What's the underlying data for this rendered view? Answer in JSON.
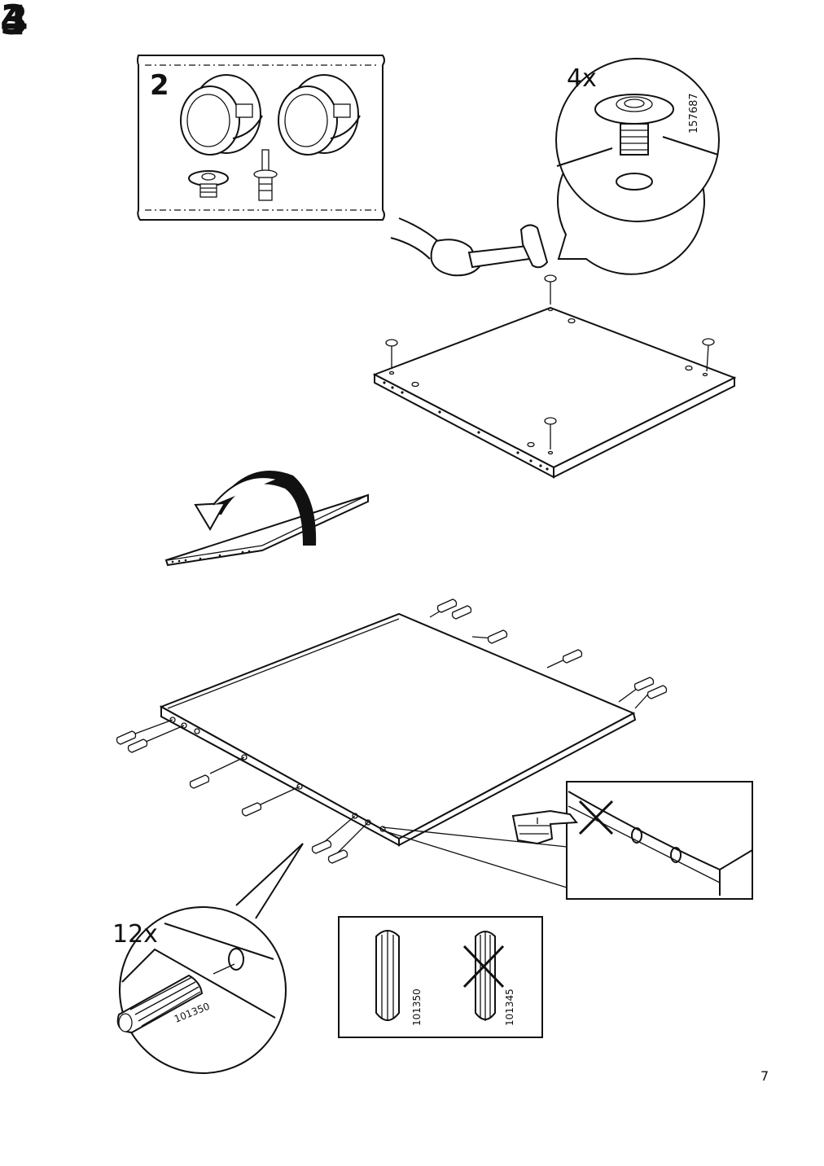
{
  "steps": [
    {
      "number": "3",
      "parts_box": {
        "quantity": "2"
      },
      "callout": {
        "quantity": "4x",
        "article_number": "157687"
      }
    },
    {
      "number": "4",
      "callout": {
        "quantity": "12x",
        "article_number": "101350"
      },
      "comparison": {
        "correct_article": "101350",
        "incorrect_article": "101345"
      }
    }
  ],
  "page_number": "7"
}
